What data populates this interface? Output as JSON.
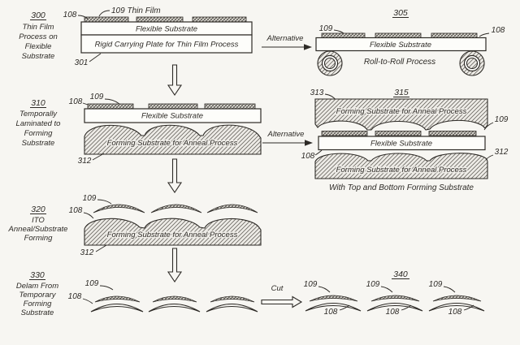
{
  "figure": {
    "palette": {
      "background": "#f7f6f2",
      "ink": "#2d2a26"
    },
    "steps": {
      "step300": {
        "num": "300",
        "caption_lines": [
          "Thin Film",
          "Process on",
          "Flexible",
          "Substrate"
        ],
        "ref108": "108",
        "ref109_thin_film": "109 Thin Film",
        "ref301": "301",
        "flexible_substrate": "Flexible Substrate",
        "rigid_plate": "Rigid Carrying Plate for Thin Film Process"
      },
      "step305": {
        "num": "305",
        "alternative": "Alternative",
        "ref109": "109",
        "ref108": "108",
        "flexible_substrate": "Flexible Substrate",
        "caption": "Roll-to-Roll Process"
      },
      "step310": {
        "num": "310",
        "caption_lines": [
          "Temporally",
          "Laminated to",
          "Forming",
          "Substrate"
        ],
        "ref108": "108",
        "ref109": "109",
        "ref312": "312",
        "flexible_substrate": "Flexible Substrate",
        "forming_substrate": "Forming Substrate for Anneal Process"
      },
      "step315": {
        "num": "315",
        "alternative": "Alternative",
        "ref313": "313",
        "ref109": "109",
        "ref108": "108",
        "ref312": "312",
        "forming_substrate_top": "Forming Substrate for Anneal Process",
        "flexible_substrate": "Flexible Substrate",
        "forming_substrate_bottom": "Forming Substrate for Anneal Process",
        "caption": "With Top and Bottom Forming Substrate"
      },
      "step320": {
        "num": "320",
        "caption_lines": [
          "ITO",
          "Anneal/Substrate",
          "Forming"
        ],
        "ref109": "109",
        "ref108": "108",
        "ref312": "312",
        "forming_substrate": "Forming Substrate for Anneal Process"
      },
      "step330": {
        "num": "330",
        "caption_lines": [
          "Delam From",
          "Temporary",
          "Forming",
          "Substrate"
        ],
        "ref109": "109",
        "ref108": "108",
        "cut": "Cut"
      },
      "step340": {
        "num": "340",
        "pieces": [
          {
            "ref109": "109",
            "ref108": "108"
          },
          {
            "ref109": "109",
            "ref108": "108"
          },
          {
            "ref109": "109",
            "ref108": "108"
          }
        ]
      }
    }
  }
}
